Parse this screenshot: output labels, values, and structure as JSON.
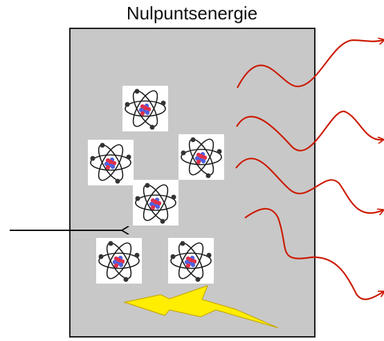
{
  "title": "Nulpuntsenergie",
  "colors": {
    "box_fill": "#c8c8c8",
    "box_border": "#1a1a1a",
    "wave": "#cc1a00",
    "arrow_left": "#000000",
    "lightning_fill": "#ffee00",
    "lightning_stroke": "#c8a800",
    "nucleus_red": "#e0304a",
    "nucleus_blue": "#5060e0",
    "electron": "#333333"
  },
  "elements": {
    "atom_count": 6,
    "wave_count": 4,
    "icons": [
      "atom-icon",
      "wavy-arrow-icon",
      "left-arrow-icon",
      "lightning-bolt-icon"
    ]
  }
}
